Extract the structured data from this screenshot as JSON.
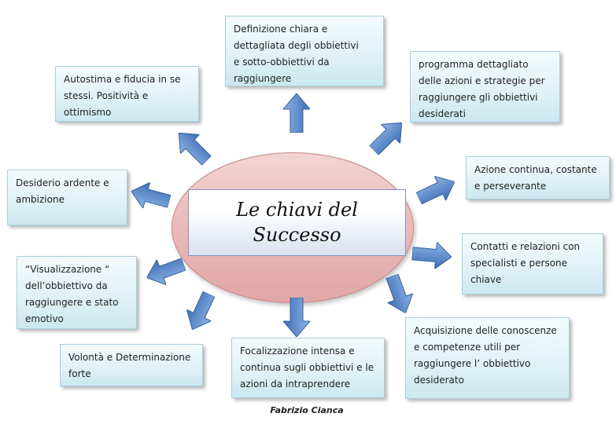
{
  "title_lines": [
    "Le chiavi del",
    "Successo"
  ],
  "author": "Fabrizio Cianca",
  "nodes": [
    {
      "lines": [
        "Definizione chiara e",
        "dettagliata degli  obbiettivi",
        "e sotto-obbiettivi da",
        "raggiungere"
      ]
    },
    {
      "lines": [
        "programma dettagliato",
        "delle azioni e strategie per",
        "raggiungere gli obbiettivi",
        "desiderati"
      ]
    },
    {
      "lines": [
        "Azione continua, costante",
        "e perseverante"
      ]
    },
    {
      "lines": [
        "Contatti e relazioni con",
        "specialisti e persone",
        "chiave"
      ]
    },
    {
      "lines": [
        "Acquisizione delle conoscenze",
        "e competenze utili per",
        "raggiungere l’ obbiettivo",
        "desiderato"
      ]
    },
    {
      "lines": [
        "Focalizzazione intensa e",
        "continua sugli obbiettivi e le",
        "azioni da intraprendere"
      ]
    },
    {
      "lines": [
        "Volontà e Determinazione",
        "forte"
      ]
    },
    {
      "lines": [
        "“Visualizzazione “",
        "dell’obbiettivo da",
        "raggiungere e stato",
        "emotivo"
      ]
    },
    {
      "lines": [
        "Desiderio ardente e",
        "ambizione"
      ]
    },
    {
      "lines": [
        "Autostima e fiducia in se",
        "stessi. Positività e",
        "ottimismo"
      ]
    }
  ],
  "colors": {
    "box_border": "#a9cfdc",
    "ellipse": "#eabcbc",
    "arrow": "#4f7fc0"
  }
}
